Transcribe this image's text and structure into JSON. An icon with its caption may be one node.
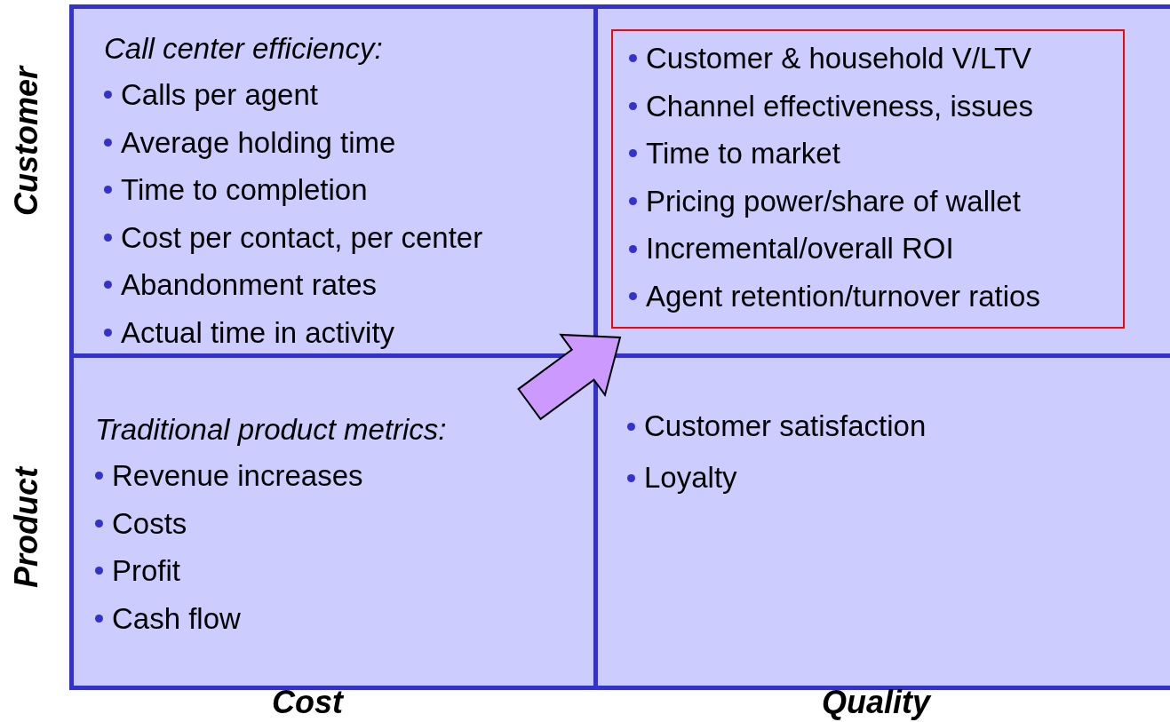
{
  "diagram": {
    "nodes": [
      {
        "text": [
          "Call center efficiency:",
          "Calls per agent",
          "Average holding time",
          "Time to completion",
          "Cost per contact, per center",
          "Abandonment rates",
          "Actual time in activity"
        ]
      },
      {
        "text": [],
        "shape": "box"
      },
      {
        "text": [
          "Customer & household V/LTV",
          "Channel effectiveness, issues",
          "Time to market",
          "Pricing power/share of wallet",
          "Incremental/overall ROI",
          "Agent retention/turnover ratios"
        ],
        "in": 1
      },
      {
        "text": [
          "Traditional product metrics:",
          "Revenue increases",
          "Costs",
          "Profit",
          "Cash flow"
        ]
      },
      {
        "text": [
          "Customer satisfaction",
          "Loyalty"
        ]
      }
    ],
    "edges": [
      {
        "from": 3,
        "to": 2,
        "arrow": "to",
        "style": "thick",
        "color": "#cc99ff"
      }
    ],
    "labels": [
      "Customer",
      "Product",
      "Cost",
      "Quality"
    ]
  }
}
